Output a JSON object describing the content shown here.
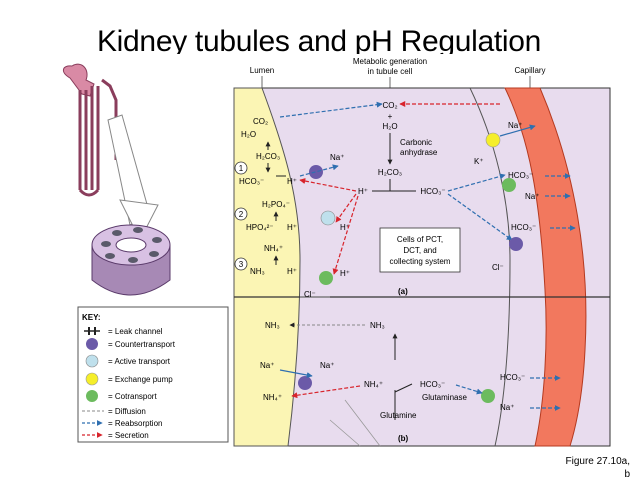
{
  "title": "Kidney tubules and pH Regulation",
  "caption_line1": "Figure 27.10a,",
  "caption_line2": "b",
  "headers": {
    "lumen": "Lumen",
    "metabolic_1": "Metabolic generation",
    "metabolic_2": "in tubule cell",
    "capillary": "Capillary"
  },
  "panel_a": {
    "co2_top": "CO₂",
    "plus": "+",
    "h2o_top": "H₂O",
    "carbonic_1": "Carbonic",
    "carbonic_2": "anhydrase",
    "h2co3_mid": "H₂CO₃",
    "h_plus": "H⁺",
    "hco3_mid": "HCO₃⁻",
    "lumen_co2": "CO₂",
    "lumen_h2o": "H₂O",
    "lumen_h2co3": "H₂CO₃",
    "lumen_hco3": "HCO₃⁻",
    "lumen_h_1": "H⁺",
    "h2po4": "H₂PO₄⁻",
    "hpo4": "HPO₄²⁻",
    "lumen_h_2": "H⁺",
    "nh4": "NH₄⁺",
    "nh3": "NH₃",
    "lumen_h_3": "H⁺",
    "na_1": "Na⁺",
    "h_out_1": "H⁺",
    "h_out_2": "H⁺",
    "cl_1": "Cl⁻",
    "cap_na_1": "Na⁺",
    "cap_k": "K⁺",
    "cap_hco3_1": "HCO₃⁻",
    "cap_na_2": "Na⁺",
    "cap_hco3_2": "HCO₃⁻",
    "cap_cl": "Cl⁻",
    "cells_1": "Cells of PCT,",
    "cells_2": "DCT, and",
    "cells_3": "collecting system",
    "label": "(a)",
    "step_1": "1",
    "step_2": "2",
    "step_3": "3"
  },
  "panel_b": {
    "nh3_lumen": "NH₃",
    "nh3_cell": "NH₃",
    "na_lumen": "Na⁺",
    "na_cell": "Na⁺",
    "nh4_lumen": "NH₄⁺",
    "nh4_cell": "NH₄⁺",
    "hco3_cell": "HCO₃⁻",
    "glutaminase": "Glutaminase",
    "glutamine": "Glutamine",
    "hco3_cap": "HCO₃⁻",
    "na_cap": "Na⁺",
    "label": "(b)"
  },
  "key": {
    "title": "KEY:",
    "items": [
      "= Leak channel",
      "= Countertransport",
      "= Active transport",
      "= Exchange pump",
      "= Cotransport",
      "= Diffusion",
      "= Reabsorption",
      "= Secretion"
    ]
  },
  "colors": {
    "lumen": "#fbf5b4",
    "cell": "#e8dcee",
    "capillary": "#f2785e",
    "counter": "#6b5aa8",
    "active": "#bfe0ec",
    "exchange": "#f5ee2a",
    "cotransport": "#6cbb5e",
    "reabsorption": "#2f6fb0",
    "secretion": "#d8242c"
  }
}
